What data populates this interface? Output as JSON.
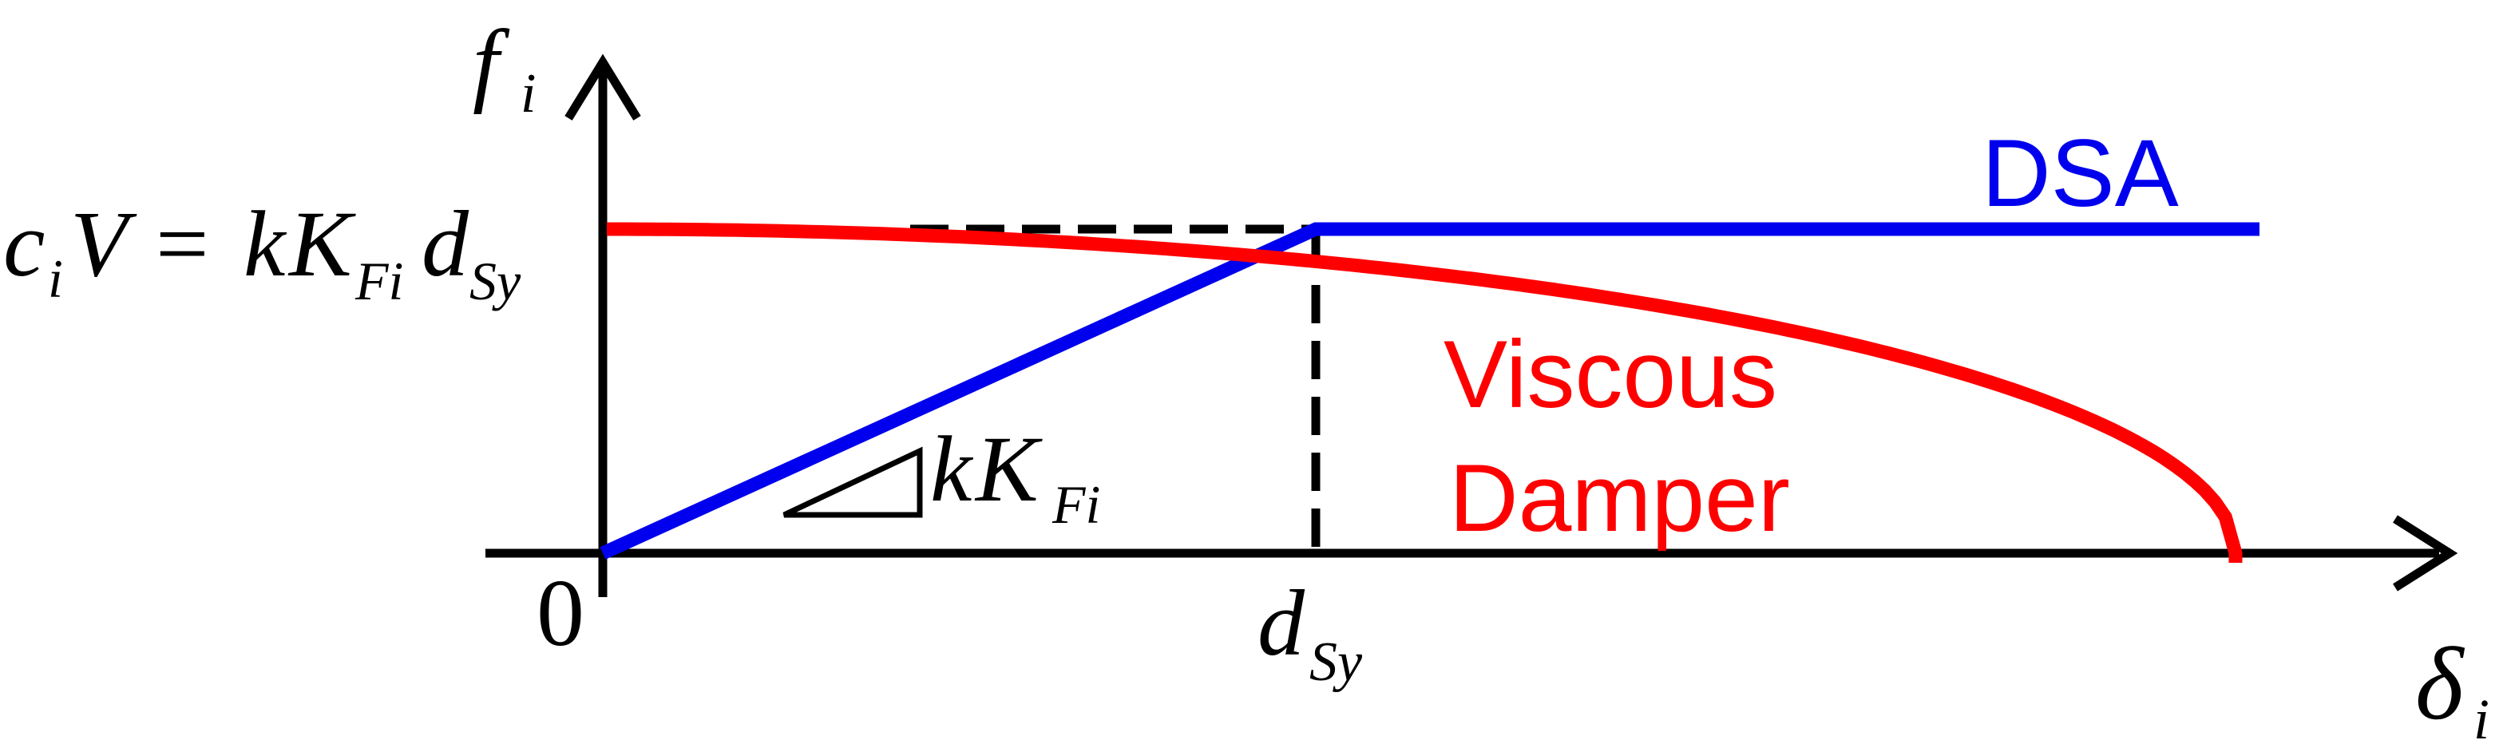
{
  "colors": {
    "axis": "#000000",
    "dsa": "#0000ee",
    "viscous": "#ff0000",
    "background": "#ffffff"
  },
  "axes": {
    "y_label_main": "f",
    "y_label_sub": "i",
    "x_label_main": "δ",
    "x_label_sub": "i",
    "origin_label": "0"
  },
  "annotations": {
    "level_label": {
      "c": "c",
      "c_sub": "i",
      "V": "V",
      "equals": "=",
      "k": "k",
      "K": "K",
      "K_sub": "Fi",
      "d": "d",
      "d_sub": "Sy"
    },
    "x_marker": {
      "d": "d",
      "d_sub": "Sy"
    },
    "slope_label": {
      "k": "k",
      "K": "K",
      "K_sub": "Fi"
    }
  },
  "curves": {
    "dsa_label": "DSA",
    "viscous_label_line1": "Viscous",
    "viscous_label_line2": "Damper"
  }
}
